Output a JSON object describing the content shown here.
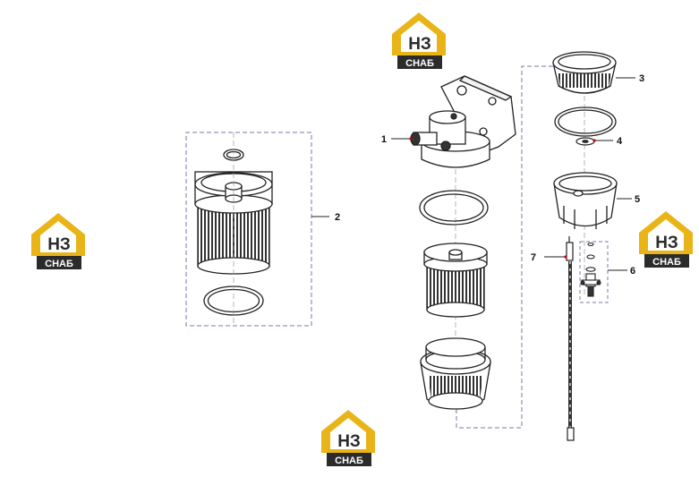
{
  "logo": {
    "mark": "НЗ",
    "caption": "СНАБ",
    "colors": {
      "gold": "#e8b418",
      "dark": "#2b2b2b",
      "white": "#ffffff"
    }
  },
  "callouts": [
    {
      "id": "1",
      "label": "1"
    },
    {
      "id": "2",
      "label": "2"
    },
    {
      "id": "3",
      "label": "3"
    },
    {
      "id": "4",
      "label": "4"
    },
    {
      "id": "5",
      "label": "5"
    },
    {
      "id": "6",
      "label": "6"
    },
    {
      "id": "7",
      "label": "7"
    }
  ],
  "colors": {
    "line": "#222222",
    "dash": "#7a7aa8"
  }
}
